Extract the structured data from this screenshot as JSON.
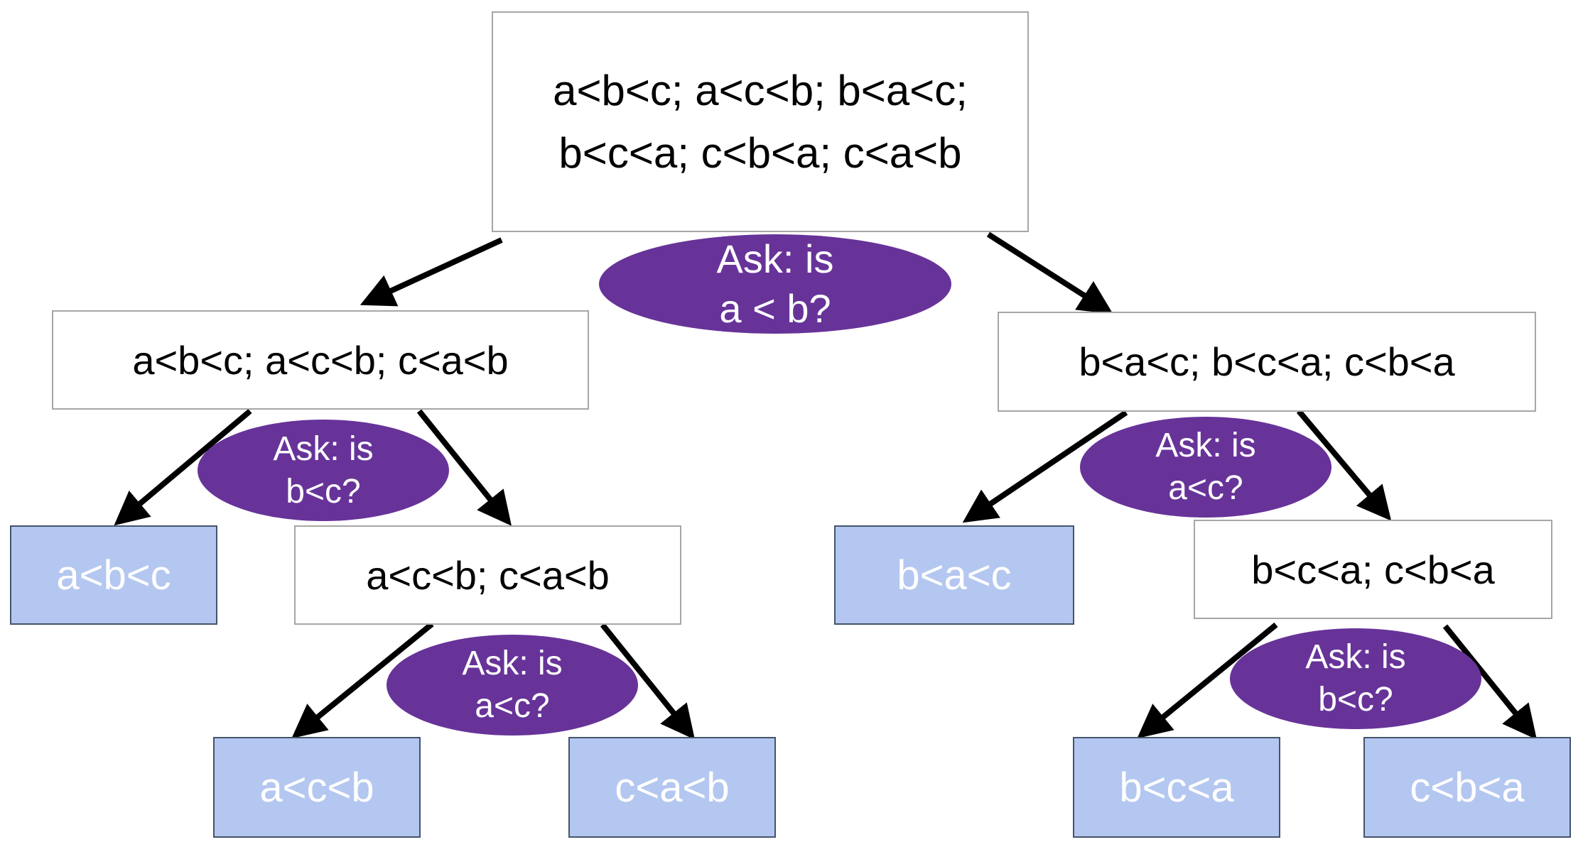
{
  "diagram": {
    "root": {
      "lines": [
        "a<b<c; a<c<b; b<a<c;",
        "b<c<a; c<b<a; c<a<b"
      ],
      "question": [
        "Ask: is",
        "a < b?"
      ]
    },
    "left": {
      "text": "a<b<c; a<c<b; c<a<b",
      "question": [
        "Ask: is",
        "b<c?"
      ],
      "leaf": "a<b<c"
    },
    "left_right": {
      "text": "a<c<b; c<a<b",
      "question": [
        "Ask: is",
        "a<c?"
      ],
      "leaf_left": "a<c<b",
      "leaf_right": "c<a<b"
    },
    "right": {
      "text": "b<a<c; b<c<a; c<b<a",
      "question": [
        "Ask: is",
        "a<c?"
      ],
      "leaf": "b<a<c"
    },
    "right_right": {
      "text": "b<c<a; c<b<a",
      "question": [
        "Ask: is",
        "b<c?"
      ],
      "leaf_left": "b<c<a",
      "leaf_right": "c<b<a"
    }
  },
  "colors": {
    "question_fill": "#673399",
    "leaf_fill": "#b4c7f0",
    "leaf_border": "#44546a",
    "inner_border": "#a6a6a6",
    "arrow": "#000000"
  }
}
